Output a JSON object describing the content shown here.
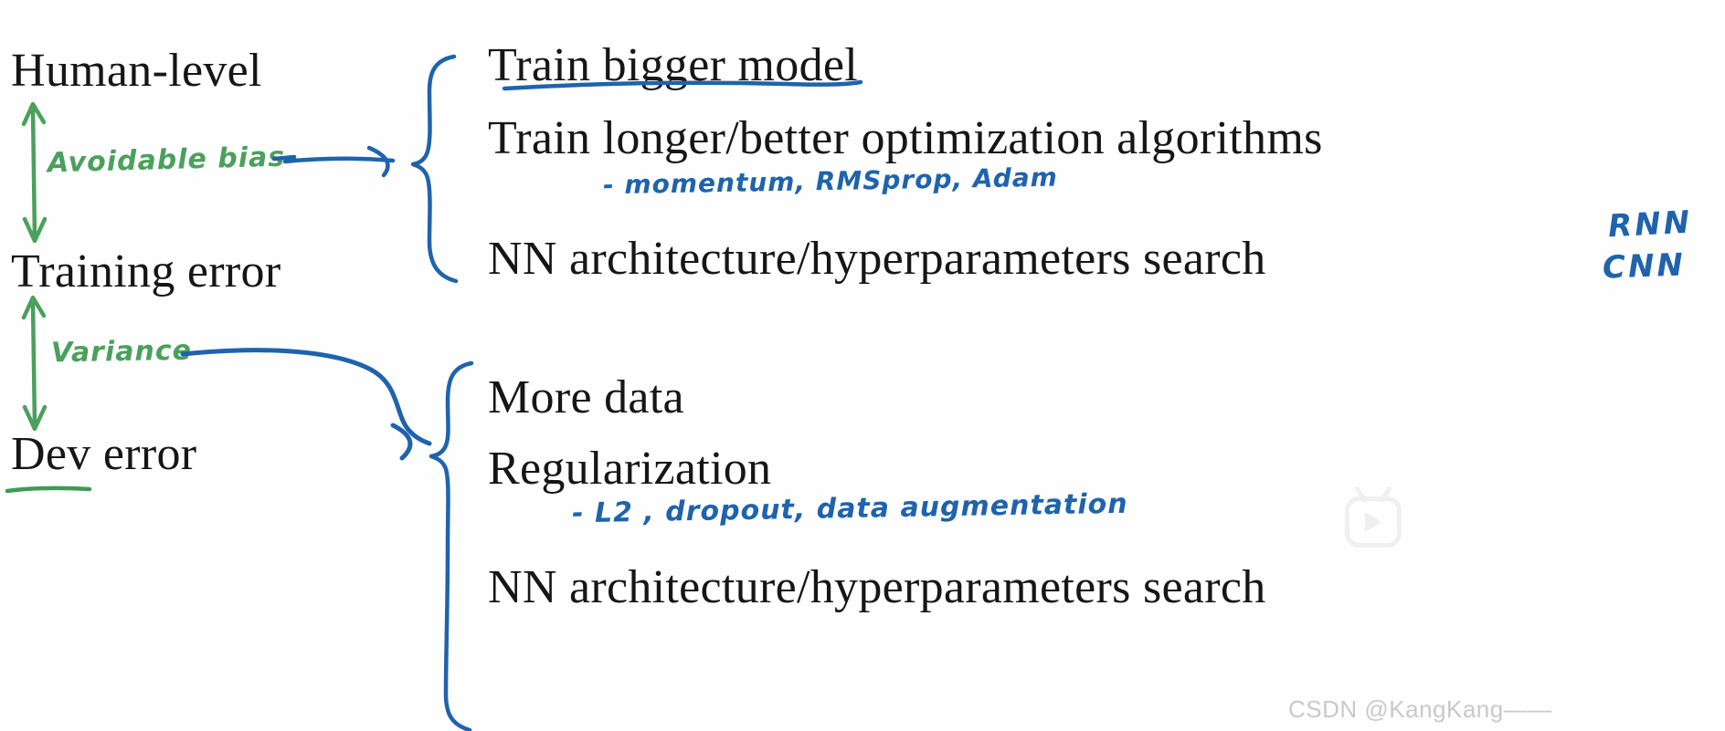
{
  "page": {
    "background": "#ffffff",
    "ink_blue": "#1f63ad",
    "ink_green": "#4aa05c",
    "print_black": "#161616"
  },
  "left_column": {
    "levels": [
      {
        "label": "Human-level"
      },
      {
        "label": "Training error"
      },
      {
        "label": "Dev error"
      }
    ],
    "gap_annotations": [
      {
        "label": "Avoidable bias",
        "color": "#4aa05c"
      },
      {
        "label": "Variance",
        "color": "#4aa05c"
      }
    ]
  },
  "bias_group": {
    "items": [
      {
        "text": "Train bigger model",
        "underlined": true
      },
      {
        "text": "Train longer/better optimization algorithms",
        "underlined": false
      },
      {
        "text": "NN architecture/hyperparameters search",
        "underlined": false
      }
    ],
    "handwritten_note": "- momentum, RMSprop, Adam",
    "side_notes": [
      "RNN",
      "CNN"
    ]
  },
  "variance_group": {
    "items": [
      {
        "text": "More data",
        "underlined": false
      },
      {
        "text": "Regularization",
        "underlined": false
      },
      {
        "text": "NN architecture/hyperparameters search",
        "underlined": false
      }
    ],
    "handwritten_note": "- L2 , dropout, data   augmentation"
  },
  "watermarks": {
    "text": "CSDN @KangKang——",
    "logo_name": "bilibili-play-logo"
  }
}
